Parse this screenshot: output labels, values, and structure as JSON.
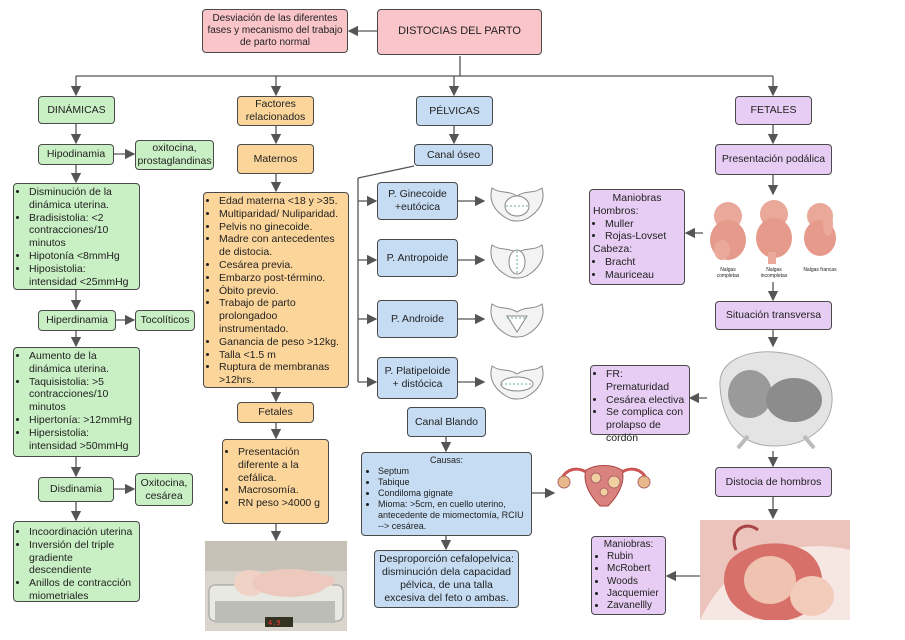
{
  "root": {
    "title": "DISTOCIAS DEL PARTO",
    "definition": "Desviación de las diferentes fases y mecanismo del trabajo de parto normal"
  },
  "dinamicas": {
    "title": "DINÁMICAS",
    "hipodinamia": "Hipodinamia",
    "hipodinamia_treatment": "oxitocina, prostaglandinas",
    "hipodinamia_list": [
      "Disminución de la dinámica uterina.",
      "Bradisistolia: <2 contracciones/10 minutos",
      "Hipotonía <8mmHg",
      "Hiposistolia: intensidad <25mmHg"
    ],
    "hiperdinamia": "Hiperdinamia",
    "hiperdinamia_treatment": "Tocolíticos",
    "hiperdinamia_list": [
      "Aumento de la dinámica uterina.",
      "Taquisistolia: >5 contracciones/10 minutos",
      "Hipertonía: >12mmHg",
      "Hipersistolia: intensidad >50mmHg"
    ],
    "disdinamia": "Disdinamia",
    "disdinamia_treatment": "Oxitocina, cesárea",
    "disdinamia_list": [
      "Incoordinación uterina",
      "Inversión del triple gradiente descendiente",
      "Anillos de contracción miometriales"
    ]
  },
  "factores": {
    "title": "Factores relacionados",
    "maternos": "Maternos",
    "maternos_list": [
      "Edad materna <18 y >35.",
      "Multiparidad/ Nuliparidad.",
      "Pelvis no ginecoide.",
      "Madre con antecedentes de distocia.",
      "Cesárea previa.",
      "Embarzo post-término.",
      "Óbito previo.",
      "Trabajo de parto prolongadoo instrumentado.",
      "Ganancia de peso >12kg.",
      "Talla <1.5 m",
      "Ruptura de membranas >12hrs."
    ],
    "fetales": "Fetales",
    "fetales_list": [
      "Presentación diferente a la cefálica.",
      "Macrosomía.",
      "RN peso >4000 g"
    ]
  },
  "pelvicas": {
    "title": "PÉLVICAS",
    "canal_oseo": "Canal óseo",
    "pelvis": [
      "P. Ginecoide +eutócica",
      "P. Antropoide",
      "P. Androide",
      "P. Platipeloide + distócica"
    ],
    "canal_blando": "Canal Blando",
    "causas_title": "Causas:",
    "causas": [
      "Septum",
      "Tabique",
      "Condiloma gignate",
      "Mioma: >5cm, en cuello uterino, antecedente de miomectomía, RCIU --> cesárea."
    ],
    "desproporcion": "Desproporción cefalopelvica: disminución dela capacidad pélvica, de una talla excesiva del feto  o ambas."
  },
  "fetales_col": {
    "title": "FETALES",
    "podalica": "Presentación podálica",
    "maniobras_title": "Maniobras",
    "hombros_label": "Hombros:",
    "hombros_items": [
      "Muller",
      "Rojas-Lovset"
    ],
    "cabeza_label": "Cabeza:",
    "cabeza_items": [
      "Bracht",
      "Mauriceau"
    ],
    "nalgas_labels": [
      "Nalgas completas",
      "Nalgas incompletas",
      "Nalgas francas"
    ],
    "transversa": "Situación transversa",
    "transversa_list": [
      "FR: Prematuridad",
      "Cesárea electiva",
      "Se complica con prolapso de cordón"
    ],
    "hombros_distocia": "Distocia de hombros",
    "maniobras2_title": "Maniobras:",
    "maniobras2": [
      "Rubin",
      "McRobert",
      "Woods",
      "Jacquemier",
      "Zavanellly"
    ]
  },
  "colors": {
    "pink": "#f9c5c9",
    "orange": "#fbd59a",
    "blue": "#c6dcf3",
    "purple": "#e7cdf3",
    "green": "#c9efc4",
    "line": "#555555"
  }
}
